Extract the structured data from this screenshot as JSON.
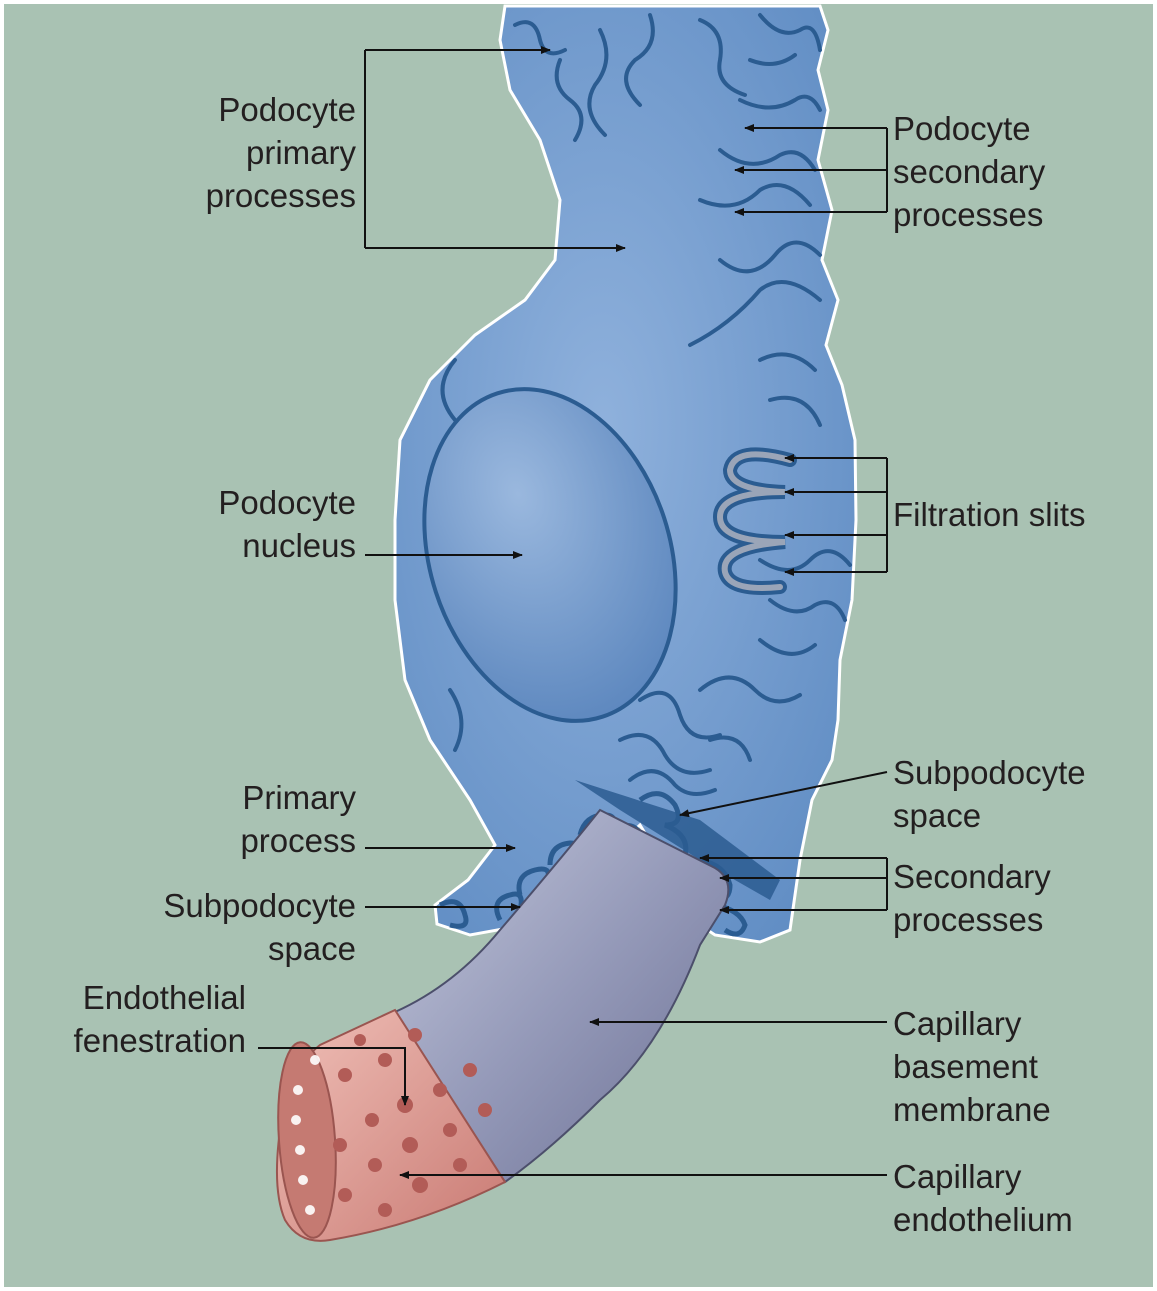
{
  "labels": {
    "podocyte_primary_processes": "Podocyte\nprimary\nprocesses",
    "podocyte_secondary_processes": "Podocyte\nsecondary\nprocesses",
    "podocyte_nucleus": "Podocyte\nnucleus",
    "filtration_slits": "Filtration slits",
    "subpodocyte_space_right": "Subpodocyte\nspace",
    "primary_process": "Primary\nprocess",
    "subpodocyte_space_left": "Subpodocyte\nspace",
    "secondary_processes": "Secondary\nprocesses",
    "endothelial_fenestration": "Endothelial\nfenestration",
    "capillary_basement_membrane": "Capillary\nbasement\nmembrane",
    "capillary_endothelium": "Capillary\nendothelium"
  },
  "colors": {
    "background": "#a9c2b3",
    "podocyte": "#6b95c9",
    "podocyte_dark": "#2b5c91",
    "basement_membrane": "#8d93b3",
    "endothelium": "#e0a29c",
    "endothelium_dark": "#b76b66"
  }
}
